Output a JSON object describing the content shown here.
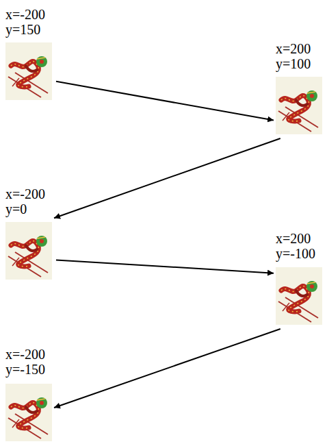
{
  "diagram": {
    "nodes": [
      {
        "text": [
          "x=-200",
          "y=150"
        ]
      },
      {
        "text": [
          "x=200",
          "y=100"
        ]
      },
      {
        "text": [
          "x=-200",
          "y=0"
        ]
      },
      {
        "text": [
          "x=200",
          "y=-100"
        ]
      },
      {
        "text": [
          "x=-200",
          "y=-150"
        ]
      }
    ],
    "edges": [
      {
        "from": 0,
        "to": 1,
        "arrow": "to"
      },
      {
        "from": 1,
        "to": 2,
        "arrow": "to"
      },
      {
        "from": 2,
        "to": 3,
        "arrow": "to"
      },
      {
        "from": 3,
        "to": 4,
        "arrow": "to"
      }
    ]
  }
}
